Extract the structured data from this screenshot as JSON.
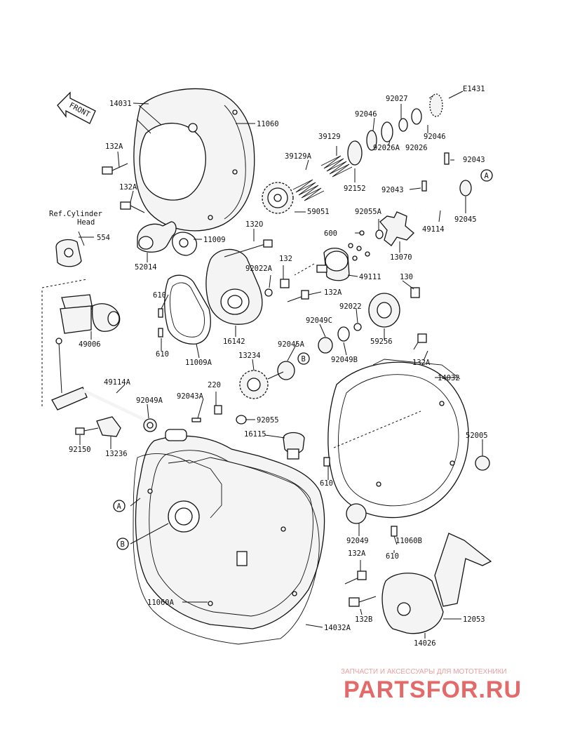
{
  "diagram": {
    "ref_code": "E1431",
    "front_label": "FRONT",
    "ref_cylinder_label": "Ref.Cylinder",
    "ref_cylinder_label2": "Head",
    "callouts": {
      "a": "A",
      "b": "B"
    },
    "labels": {
      "p14031": "14031",
      "p11060": "11060",
      "p132A_1": "132A",
      "p132A_2": "132A",
      "p132A_3": "132A",
      "p132A_4": "132A",
      "p132A_5": "132A",
      "p554": "554",
      "p52014": "52014",
      "p11009": "11009",
      "p132O": "132O",
      "p92022A": "92022A",
      "p132": "132",
      "p610_1": "610",
      "p610_2": "610",
      "p610_3": "610",
      "p610_4": "610",
      "p16142": "16142",
      "p11009A": "11009A",
      "p49006": "49006",
      "p39129": "39129",
      "p39129A": "39129A",
      "p92046_1": "92046",
      "p92046_2": "92046",
      "p92027": "92027",
      "p92026": "92026",
      "p92026A": "92026A",
      "p92152": "92152",
      "p59051": "59051",
      "p92043_1": "92043",
      "p92043_2": "92043",
      "p92043A": "92043A",
      "p92045": "92045",
      "p92045A": "92045A",
      "p92055A": "92055A",
      "p92055": "92055",
      "p49114": "49114",
      "p49114A": "49114A",
      "p600": "600",
      "p13070": "13070",
      "p49111": "49111",
      "p130": "130",
      "p92022": "92022",
      "p92049C": "92049C",
      "p92049B": "92049B",
      "p92049A": "92049A",
      "p92049": "92049",
      "p59256": "59256",
      "p13234": "13234",
      "p220": "220",
      "p14032": "14032",
      "p14032A": "14032A",
      "p16115": "16115",
      "p52005": "52005",
      "p92150": "92150",
      "p13236": "13236",
      "p11060A": "11060A",
      "p11060B": "11060B",
      "p132B": "132B",
      "p12053": "12053",
      "p14026": "14026"
    }
  },
  "watermark": {
    "tagline": "ЗАПЧАСТИ И АКСЕССУАРЫ ДЛЯ МОТОТЕХНИКИ",
    "brand": "PARTSFOR.RU"
  }
}
